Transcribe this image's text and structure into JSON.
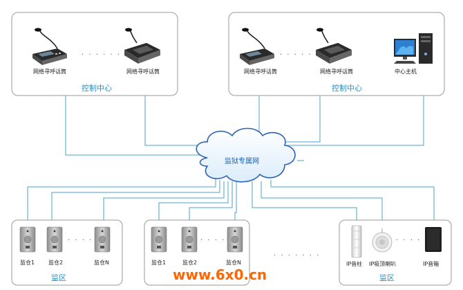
{
  "control_centers": {
    "left": {
      "label": "控制中心",
      "devices": [
        {
          "label": "网络寻呼话筒",
          "icon": "paging-microphone-icon"
        },
        {
          "label": "网络寻呼话筒",
          "icon": "paging-microphone-icon"
        }
      ],
      "separator": "· · · · · ·"
    },
    "right": {
      "label": "控制中心",
      "devices": [
        {
          "label": "网络寻呼话筒",
          "icon": "paging-microphone-icon"
        },
        {
          "label": "网络寻呼话筒",
          "icon": "paging-microphone-icon"
        },
        {
          "label": "中心主机",
          "icon": "desktop-computer-icon"
        }
      ],
      "separator": "· · · · · ·"
    }
  },
  "network": {
    "label": "监狱专属网",
    "icon": "cloud-icon"
  },
  "zones": [
    {
      "label": "监区",
      "devices": [
        {
          "label": "监仓1",
          "icon": "intercom-panel-icon"
        },
        {
          "label": "监仓2",
          "icon": "intercom-panel-icon"
        },
        {
          "label": "监仓N",
          "icon": "intercom-panel-icon"
        }
      ],
      "separator": "· · · · · ·"
    },
    {
      "label": "监区",
      "devices": [
        {
          "label": "监仓1",
          "icon": "intercom-panel-icon"
        },
        {
          "label": "监仓2",
          "icon": "intercom-panel-icon"
        },
        {
          "label": "监仓N",
          "icon": "intercom-panel-icon"
        }
      ],
      "separator": "· · · · · ·"
    },
    {
      "label": "监区",
      "devices": [
        {
          "label": "IP音柱",
          "icon": "column-speaker-icon"
        },
        {
          "label": "IP吸顶喇叭",
          "icon": "ceiling-speaker-icon"
        },
        {
          "label": "IP音箱",
          "icon": "box-speaker-icon"
        }
      ],
      "separator": "· · · · · ·"
    }
  ],
  "middle_separator": "· · · · · · ·",
  "watermark": "www.6x0.cn",
  "colors": {
    "link": "#4aa6c8",
    "group_label": "#2a8fbf",
    "watermark": "#ff6600",
    "cloud_text": "#1b5fa8"
  }
}
